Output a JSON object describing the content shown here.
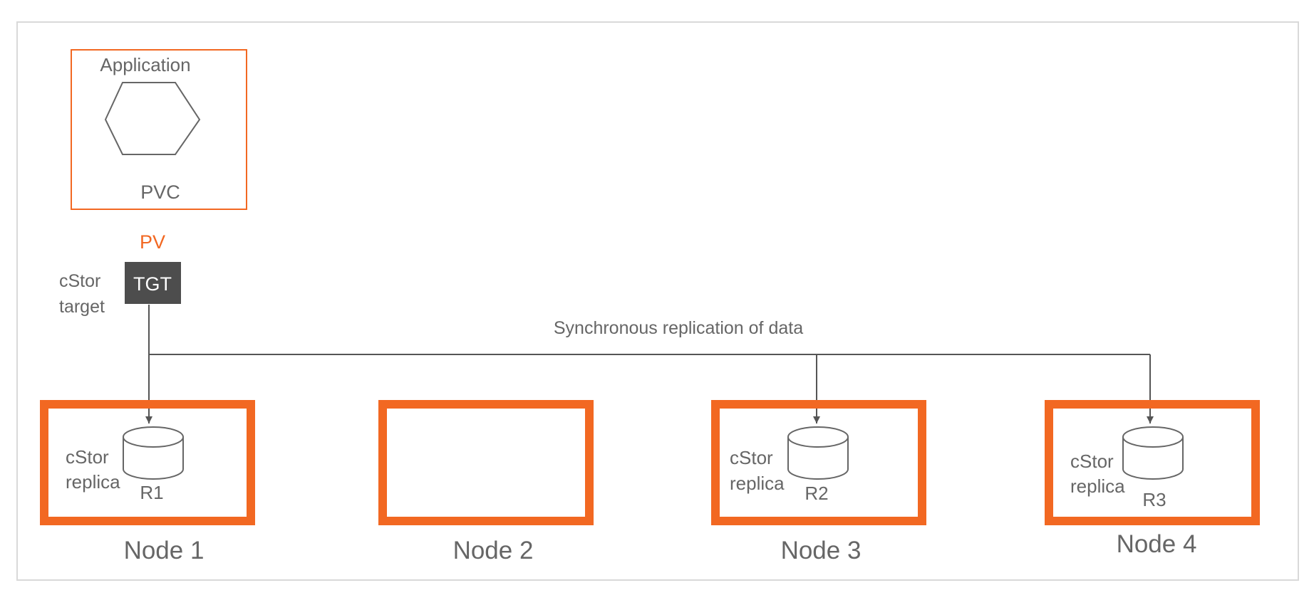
{
  "application": {
    "title": "Application",
    "pvc_label": "PVC"
  },
  "pv_label": "PV",
  "target": {
    "label_line1": "cStor",
    "label_line2": "target",
    "box_label": "TGT"
  },
  "replication_label": "Synchronous replication of data",
  "nodes": [
    {
      "name": "Node 1",
      "replica_line1": "cStor",
      "replica_line2": "replica",
      "replica_id": "R1"
    },
    {
      "name": "Node 2"
    },
    {
      "name": "Node 3",
      "replica_line1": "cStor",
      "replica_line2": "replica",
      "replica_id": "R2"
    },
    {
      "name": "Node 4",
      "replica_line1": "cStor",
      "replica_line2": "replica",
      "replica_id": "R3"
    }
  ],
  "colors": {
    "accent": "#f26822",
    "line": "#555555",
    "text": "#666666",
    "target_fill": "#4d4d4d",
    "frame": "#d9d9d9"
  }
}
